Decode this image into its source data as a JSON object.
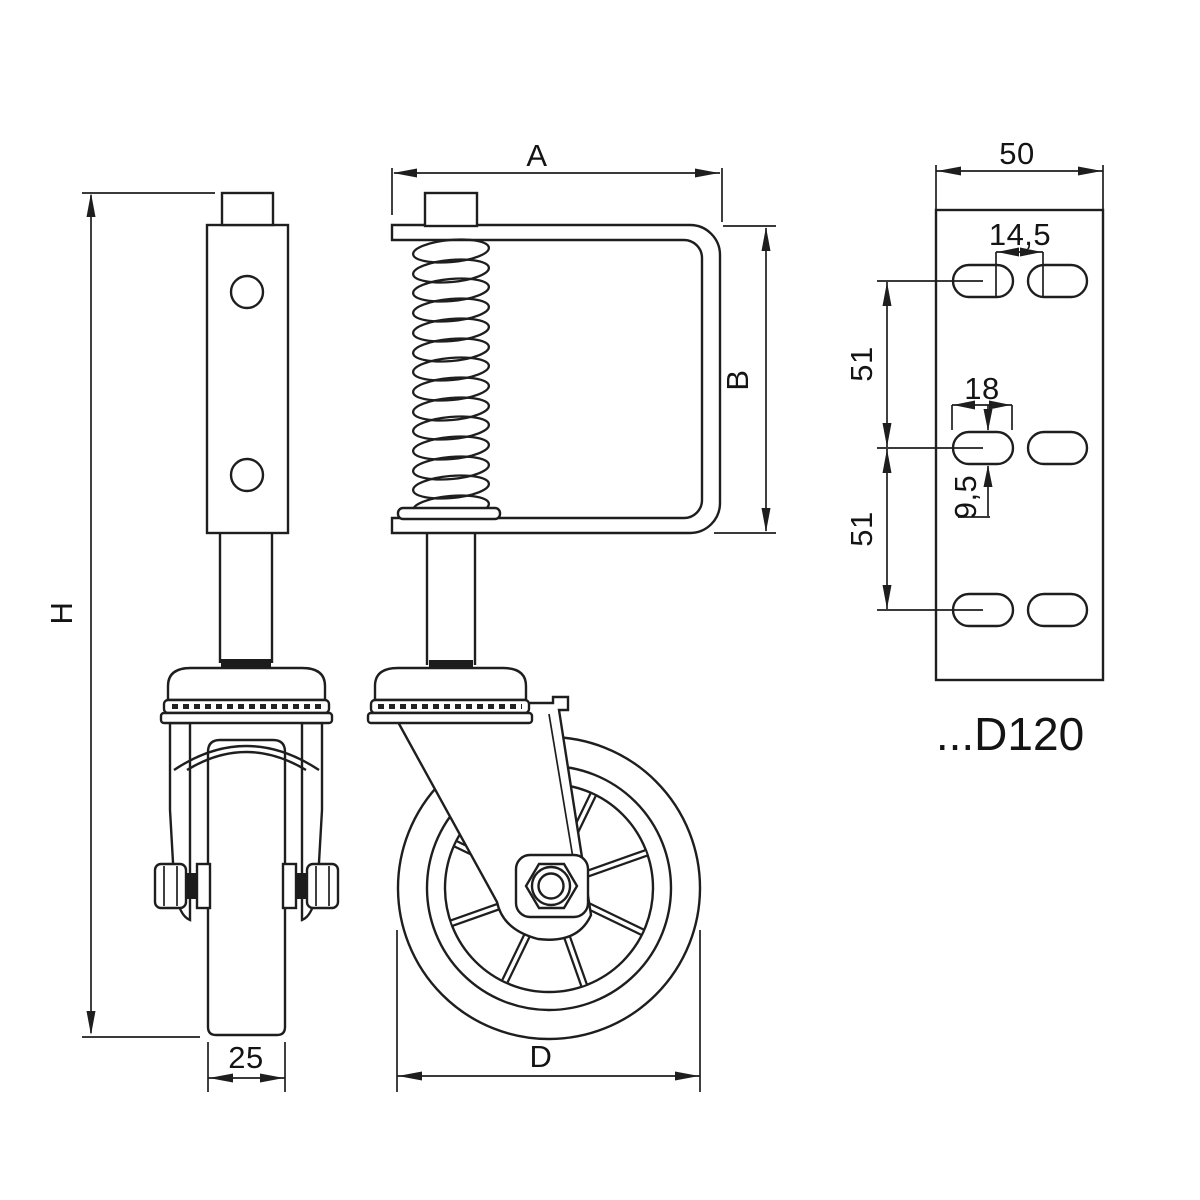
{
  "drawing": {
    "model_label": "...D120",
    "side_view": {
      "height_label": "H",
      "wheel_width_label": "25"
    },
    "front_view": {
      "bracket_width_label": "A",
      "bracket_height_label": "B",
      "wheel_diameter_label": "D"
    },
    "plate_view": {
      "plate_width_label": "50",
      "slot_gap_label": "14,5",
      "hole_pitch_top_label": "51",
      "slot_width_label": "18",
      "slot_height_label": "9,5",
      "hole_pitch_bottom_label": "51"
    }
  }
}
